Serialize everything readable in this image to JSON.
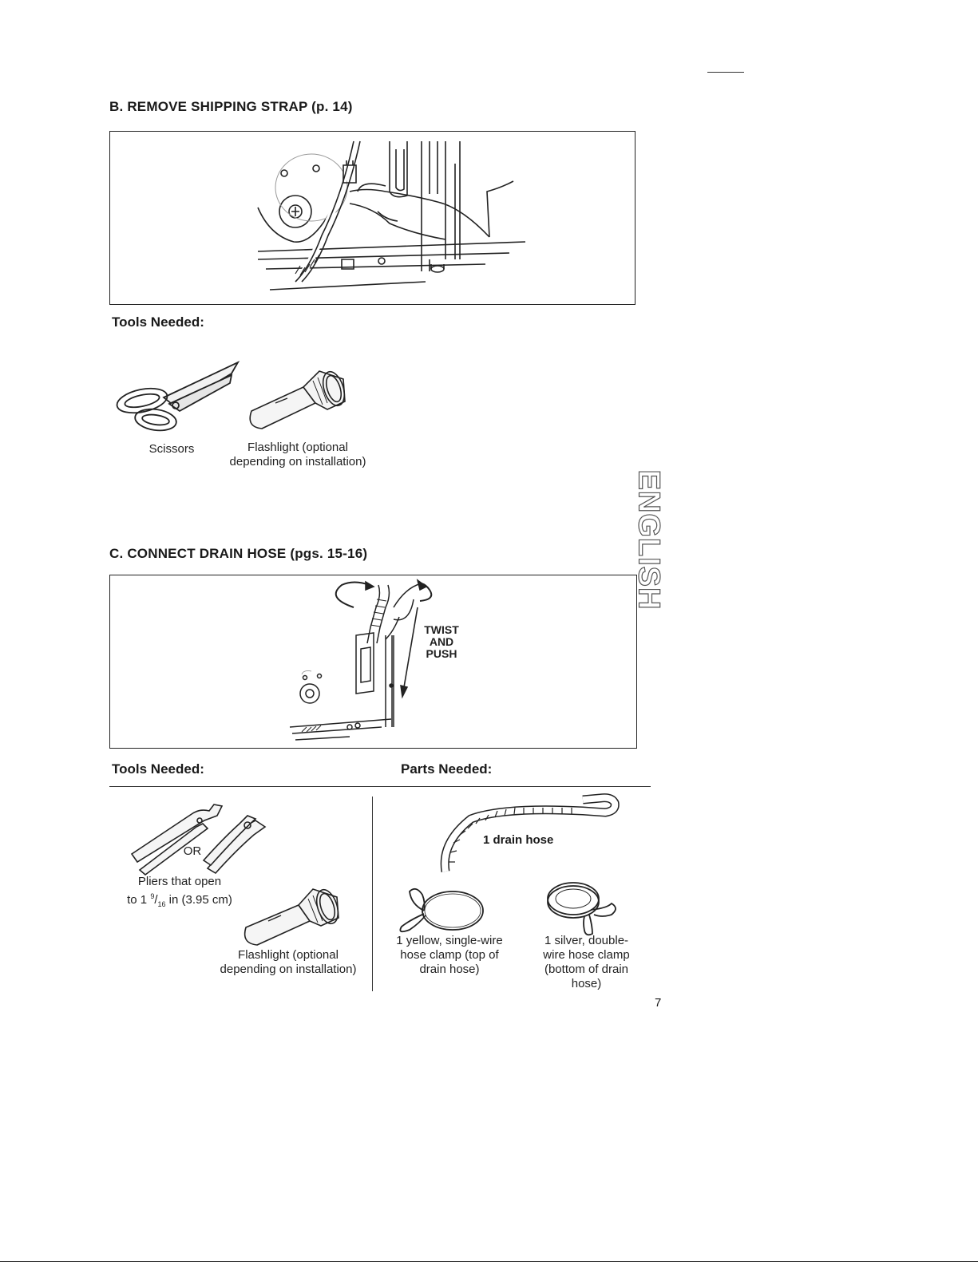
{
  "section_b": {
    "heading": "B. REMOVE SHIPPING STRAP (p. 14)",
    "tools_label": "Tools Needed:",
    "tools": [
      {
        "caption": "Scissors",
        "icon": "scissors-icon"
      },
      {
        "caption_lines": [
          "Flashlight (optional",
          "depending on installation)"
        ],
        "icon": "flashlight-icon"
      }
    ]
  },
  "section_c": {
    "heading": "C. CONNECT DRAIN HOSE (pgs. 15-16)",
    "figure_label": [
      "TWIST",
      "AND",
      "PUSH"
    ],
    "tools_label": "Tools Needed:",
    "parts_label": "Parts Needed:",
    "pliers_or": "OR",
    "pliers_caption": [
      "Pliers that open",
      "to 1 ",
      "9",
      "/",
      "16",
      " in (3.95 cm)"
    ],
    "flashlight_caption": [
      "Flashlight (optional",
      "depending on installation)"
    ],
    "parts": {
      "drain_hose": "1 drain hose",
      "yellow_clamp": [
        "1 yellow, single-wire",
        "hose clamp (top of",
        "drain hose)"
      ],
      "silver_clamp": [
        "1 silver, double-",
        "wire hose clamp",
        "(bottom of drain",
        "hose)"
      ]
    }
  },
  "side_tab": "ENGLISH",
  "page_number": "7"
}
